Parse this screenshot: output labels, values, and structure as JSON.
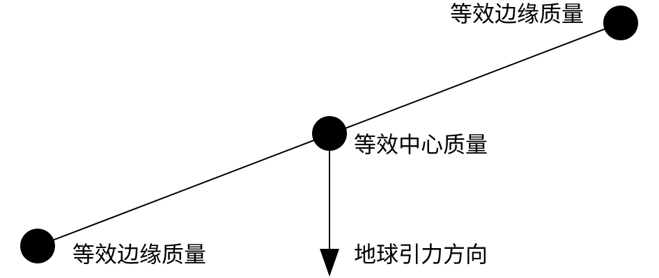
{
  "labels": {
    "top_edge_mass": "等效边缘质量",
    "center_mass": "等效中心质量",
    "bottom_edge_mass": "等效边缘质量",
    "gravity_direction": "地球引力方向"
  },
  "colors": {
    "ink": "#000000",
    "background": "#ffffff"
  }
}
